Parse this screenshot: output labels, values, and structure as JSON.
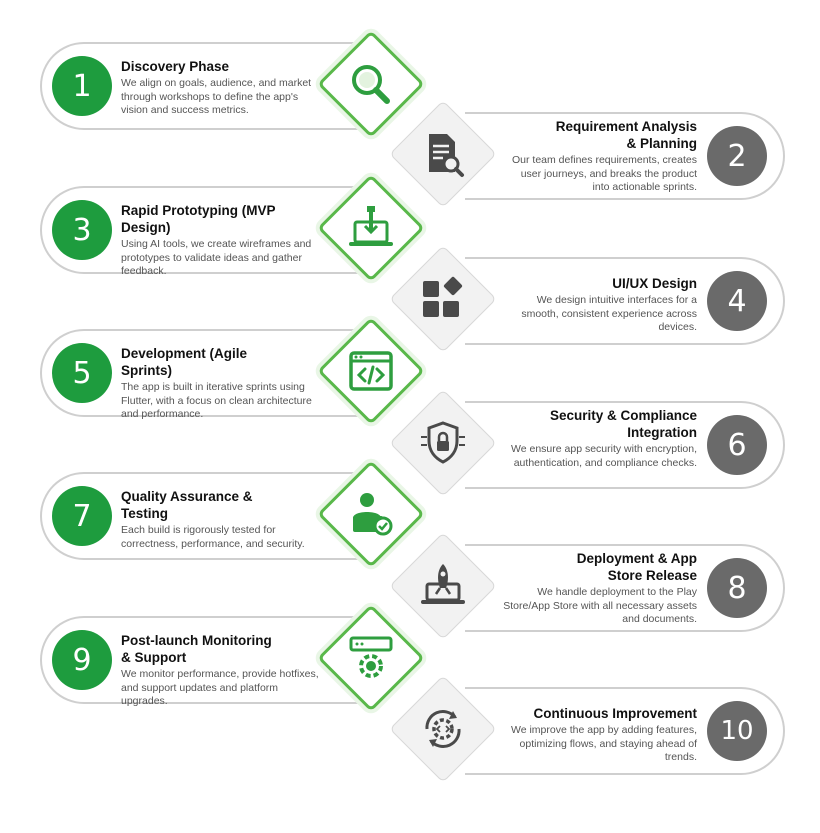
{
  "steps": [
    {
      "number": "1",
      "title": "Discovery Phase",
      "description": "We align on goals, audience, and market through workshops to define the app's vision and success metrics.",
      "icon": "magnifier-icon"
    },
    {
      "number": "2",
      "title": "Requirement Analysis & Planning",
      "description": "Our team defines requirements, creates user journeys, and breaks the product into actionable sprints.",
      "icon": "document-search-icon"
    },
    {
      "number": "3",
      "title": "Rapid Prototyping (MVP Design)",
      "description": "Using AI tools, we create wireframes and prototypes to validate ideas and gather feedback.",
      "icon": "laptop-prototype-icon"
    },
    {
      "number": "4",
      "title": "UI/UX Design",
      "description": "We design intuitive interfaces for a smooth, consistent experience across devices.",
      "icon": "layout-blocks-icon"
    },
    {
      "number": "5",
      "title": "Development (Agile Sprints)",
      "description": "The app is built in iterative sprints using Flutter, with a focus on clean architecture and performance.",
      "icon": "code-window-icon"
    },
    {
      "number": "6",
      "title": "Security & Compliance Integration",
      "description": "We ensure app security with encryption, authentication, and compliance checks.",
      "icon": "shield-lock-icon"
    },
    {
      "number": "7",
      "title": "Quality Assurance & Testing",
      "description": "Each build is rigorously tested for correctness, performance, and security.",
      "icon": "tester-check-icon"
    },
    {
      "number": "8",
      "title": "Deployment & App Store Release",
      "description": "We handle deployment to the Play Store/App Store with all necessary assets and documents.",
      "icon": "rocket-laptop-icon"
    },
    {
      "number": "9",
      "title": "Post-launch Monitoring & Support",
      "description": "We monitor performance, provide hotfixes, and support updates and platform upgrades.",
      "icon": "gear-window-icon"
    },
    {
      "number": "10",
      "title": "Continuous Improvement",
      "description": "We improve the app by adding features, optimizing flows, and staying ahead of trends.",
      "icon": "cycle-gear-icon"
    }
  ],
  "colors": {
    "green": "#1e9c3e",
    "gray": "#6a6a6a",
    "accent_light": "#59b84a",
    "border": "#cfcfcf"
  }
}
